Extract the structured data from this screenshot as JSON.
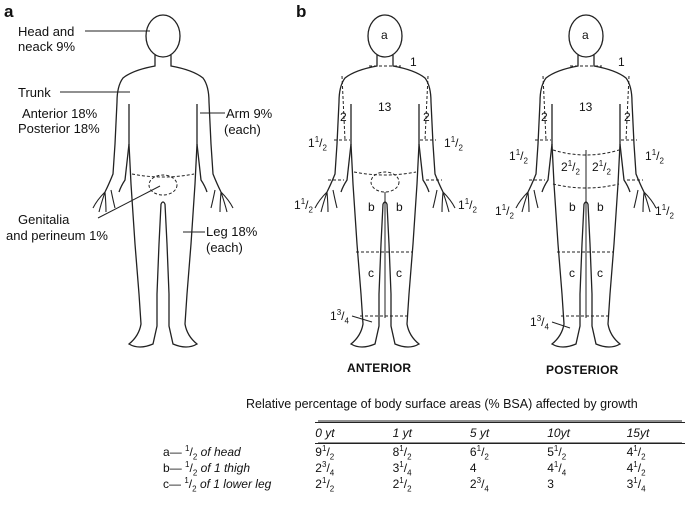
{
  "panels": {
    "a": {
      "letter": "a",
      "labels": {
        "head": [
          "Head and",
          "neack 9%"
        ],
        "trunk": [
          "Trunk",
          "Anterior 18%",
          "Posterior 18%"
        ],
        "arm": [
          "Arm 9%",
          "(each)"
        ],
        "genitalia": [
          "Genitalia",
          "and perineum 1%"
        ],
        "leg": [
          "Leg 18%",
          "(each)"
        ]
      }
    },
    "b": {
      "letter": "b",
      "anterior": {
        "title": "ANTERIOR",
        "head": "a",
        "neck": "1",
        "trunk": "13",
        "upper_arm": "2",
        "forearm": {
          "whole": "1",
          "num": "1",
          "den": "2"
        },
        "hand": {
          "whole": "1",
          "num": "1",
          "den": "2"
        },
        "thigh": "b",
        "lower_leg": "c",
        "foot": {
          "whole": "1",
          "num": "3",
          "den": "4"
        }
      },
      "posterior": {
        "title": "POSTERIOR",
        "head": "a",
        "neck": "1",
        "trunk": "13",
        "upper_arm": "2",
        "buttock": {
          "whole": "2",
          "num": "1",
          "den": "2"
        },
        "forearm": {
          "whole": "1",
          "num": "1",
          "den": "2"
        },
        "hand": {
          "whole": "1",
          "num": "1",
          "den": "2"
        },
        "thigh": "b",
        "lower_leg": "c",
        "foot": {
          "whole": "1",
          "num": "3",
          "den": "4"
        }
      }
    }
  },
  "table": {
    "caption": "Relative percentage of body surface areas (% BSA) affected by growth",
    "columns": [
      "0 yt",
      "1 yt",
      "5 yt",
      "10yt",
      "15yt"
    ],
    "rows": [
      {
        "letter": "a",
        "dash": "—",
        "num": "1",
        "den": "2",
        "text": "of head",
        "cells": [
          {
            "whole": "9",
            "num": "1",
            "den": "2"
          },
          {
            "whole": "8",
            "num": "1",
            "den": "2"
          },
          {
            "whole": "6",
            "num": "1",
            "den": "2"
          },
          {
            "whole": "5",
            "num": "1",
            "den": "2"
          },
          {
            "whole": "4",
            "num": "1",
            "den": "2"
          }
        ]
      },
      {
        "letter": "b",
        "dash": "—",
        "num": "1",
        "den": "2",
        "text": "of 1 thigh",
        "cells": [
          {
            "whole": "2",
            "num": "3",
            "den": "4"
          },
          {
            "whole": "3",
            "num": "1",
            "den": "4"
          },
          {
            "whole": "4",
            "num": "",
            "den": ""
          },
          {
            "whole": "4",
            "num": "1",
            "den": "4"
          },
          {
            "whole": "4",
            "num": "1",
            "den": "2"
          }
        ]
      },
      {
        "letter": "c",
        "dash": "—",
        "num": "1",
        "den": "2",
        "text": "of 1 lower leg",
        "cells": [
          {
            "whole": "2",
            "num": "1",
            "den": "2"
          },
          {
            "whole": "2",
            "num": "1",
            "den": "2"
          },
          {
            "whole": "2",
            "num": "3",
            "den": "4"
          },
          {
            "whole": "3",
            "num": "",
            "den": ""
          },
          {
            "whole": "3",
            "num": "1",
            "den": "4"
          }
        ]
      }
    ]
  }
}
